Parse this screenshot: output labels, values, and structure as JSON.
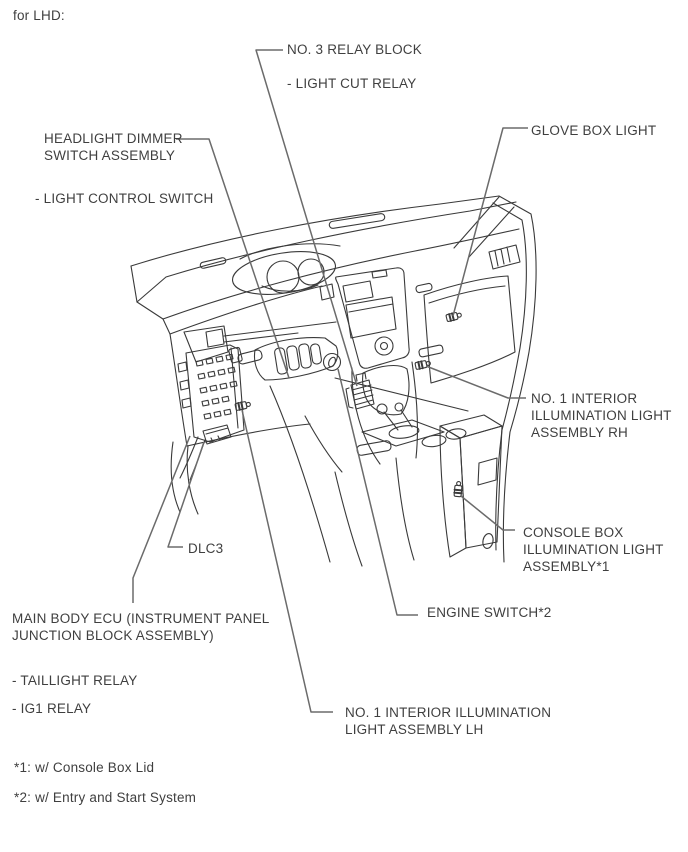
{
  "page": {
    "variant_label": "for LHD:"
  },
  "colors": {
    "text": "#3f3f3f",
    "drawing_line": "#3a3a3a",
    "leader_line": "#6b6b6b",
    "background": "#ffffff"
  },
  "callouts": {
    "no3_relay_block": {
      "title": "NO. 3 RELAY BLOCK",
      "sub": "- LIGHT CUT RELAY"
    },
    "headlight_dimmer_switch": {
      "title": "HEADLIGHT DIMMER\nSWITCH ASSEMBLY",
      "sub": "- LIGHT CONTROL SWITCH"
    },
    "glove_box_light": {
      "title": "GLOVE BOX LIGHT"
    },
    "no1_interior_light_rh": {
      "title": "NO. 1 INTERIOR\nILLUMINATION LIGHT\nASSEMBLY RH"
    },
    "console_box_light": {
      "title": "CONSOLE BOX\nILLUMINATION LIGHT\nASSEMBLY*1"
    },
    "engine_switch": {
      "title": "ENGINE SWITCH*2"
    },
    "dlc3": {
      "title": "DLC3"
    },
    "main_body_ecu": {
      "title": "MAIN BODY ECU (INSTRUMENT PANEL\nJUNCTION BLOCK ASSEMBLY)",
      "sub1": "- TAILLIGHT RELAY",
      "sub2": "- IG1 RELAY"
    },
    "no1_interior_light_lh": {
      "title": "NO. 1 INTERIOR ILLUMINATION\nLIGHT ASSEMBLY LH"
    }
  },
  "footnotes": {
    "note1": "*1: w/ Console Box Lid",
    "note2": "*2: w/ Entry and Start System"
  }
}
